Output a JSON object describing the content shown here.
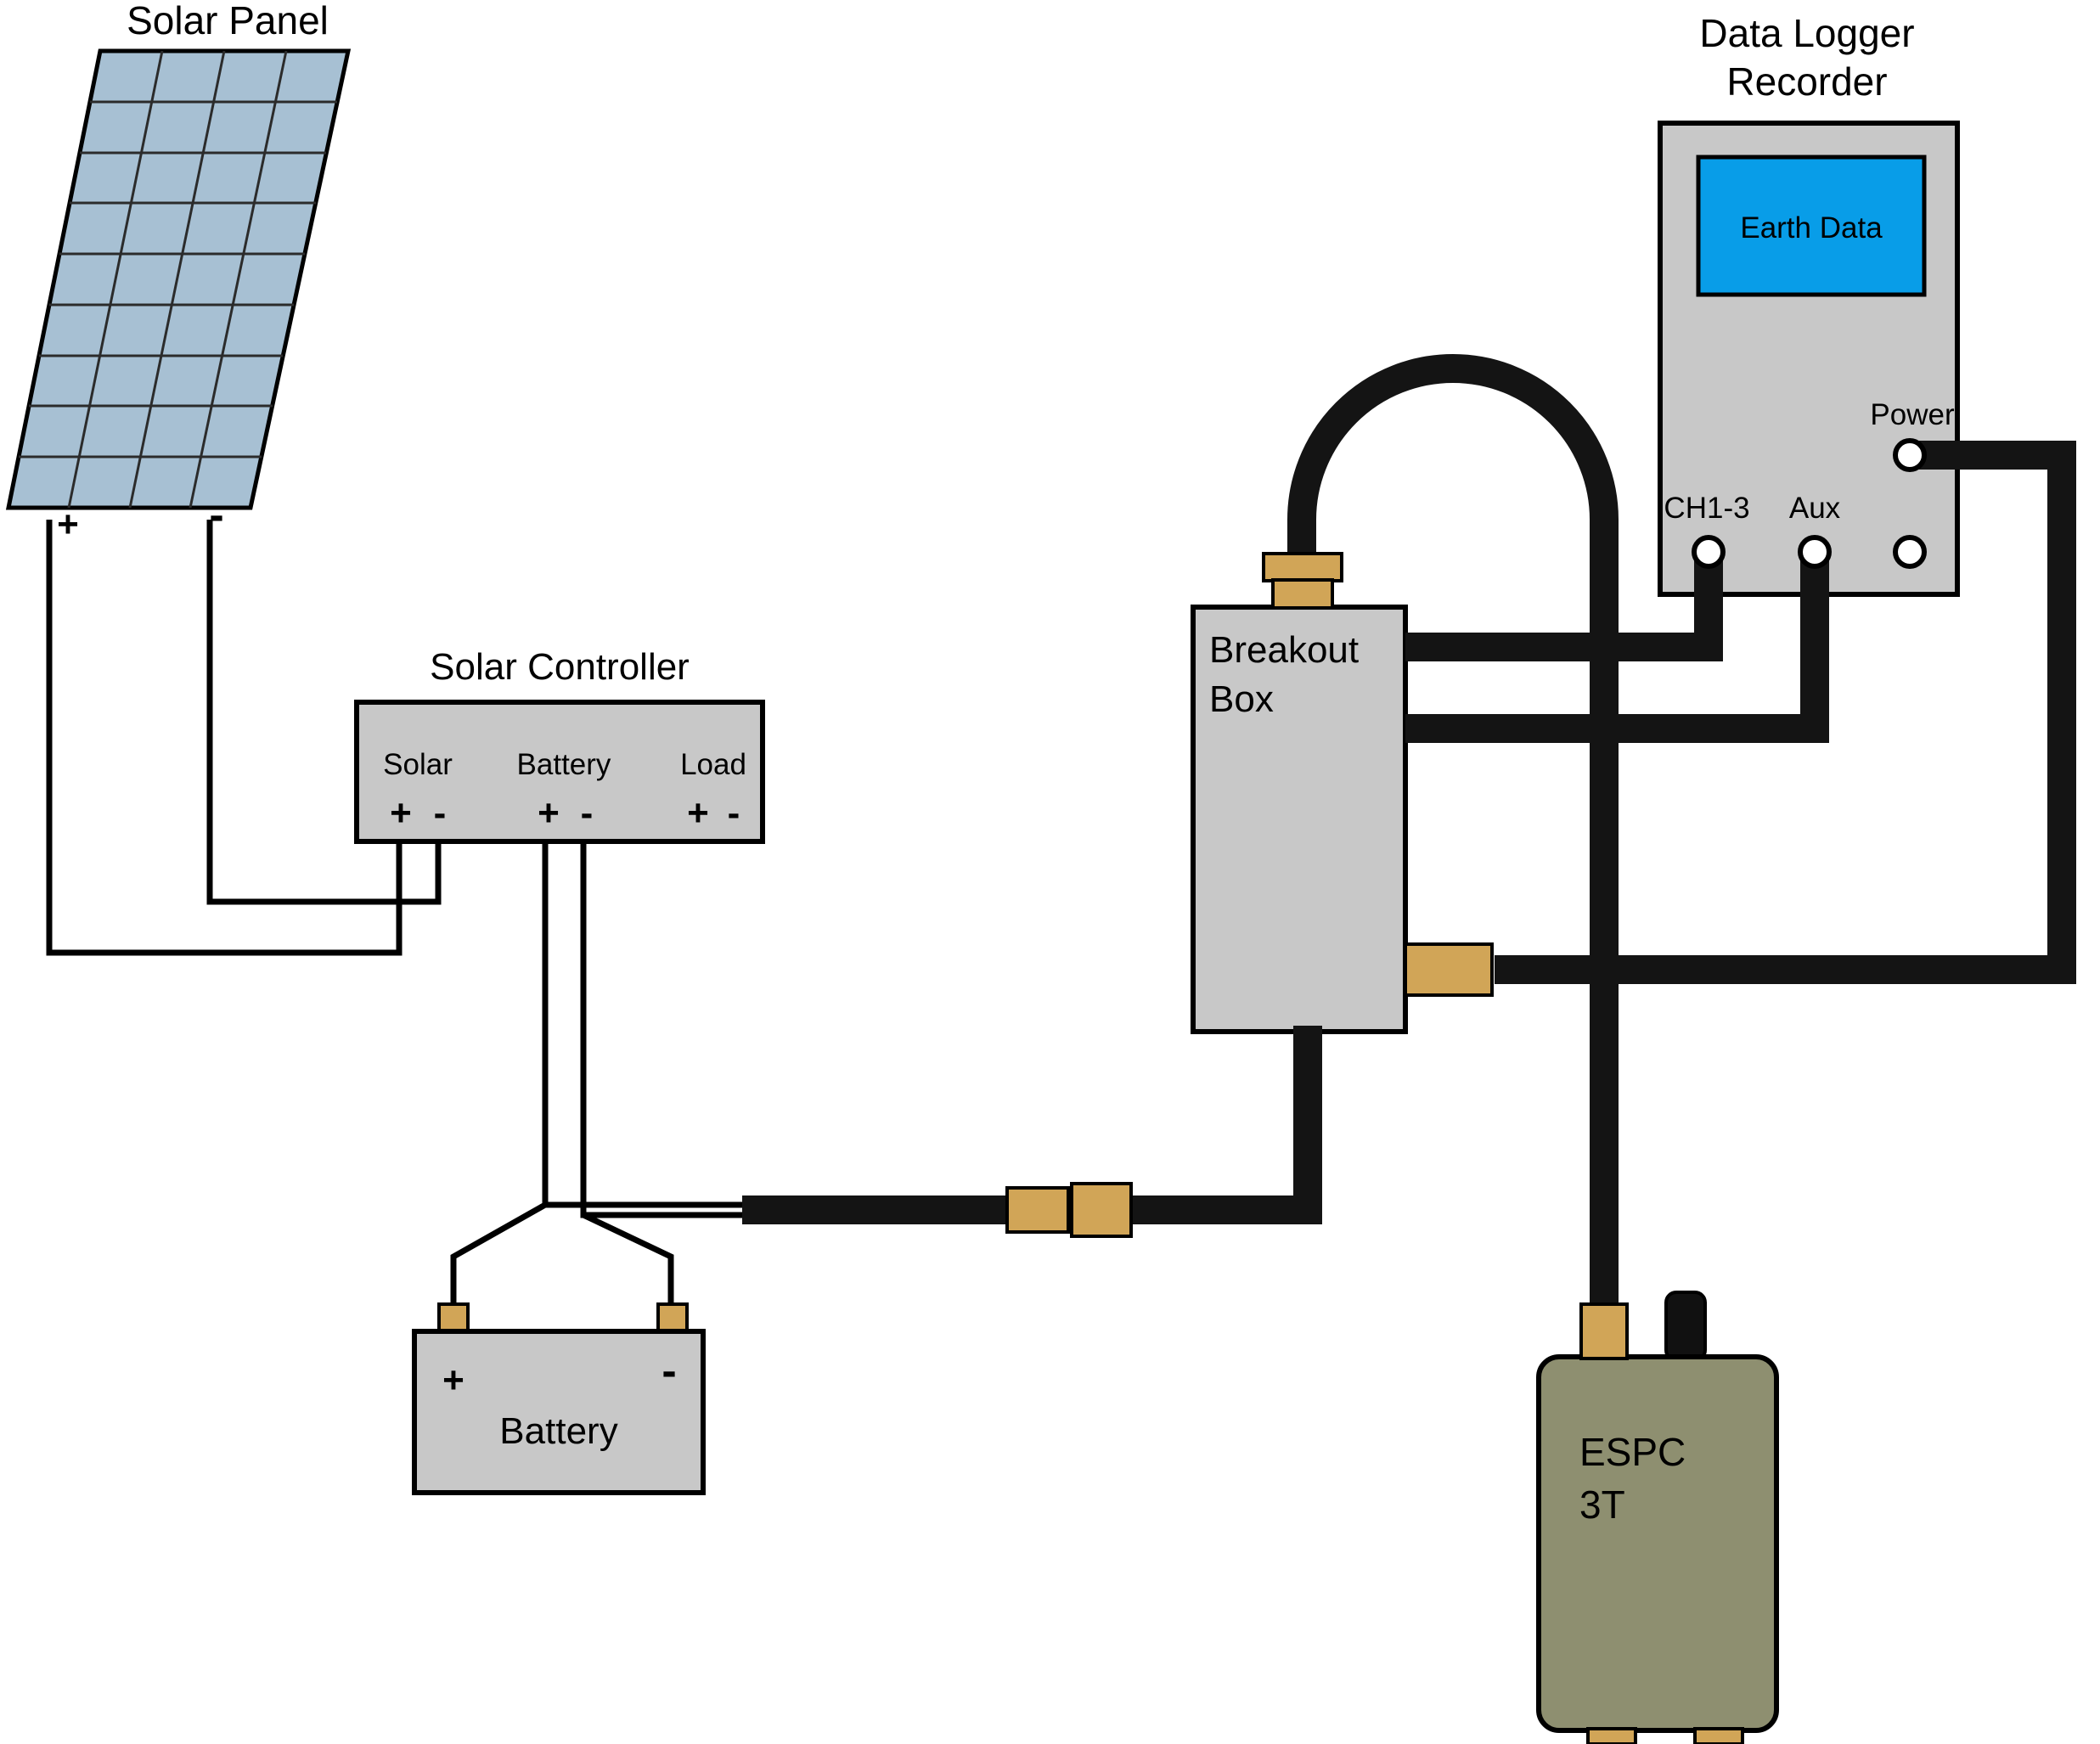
{
  "colors": {
    "panel_fill": "#a7c0d3",
    "box_gray": "#c8c8c8",
    "screen_blue": "#089de8",
    "connector_tan": "#d1a557",
    "espc_fill": "#8e8f70"
  },
  "solar_panel": {
    "title": "Solar Panel",
    "plus": "+",
    "minus": "-"
  },
  "solar_controller": {
    "title": "Solar Controller",
    "terminals": [
      {
        "label": "Solar",
        "plus": "+",
        "minus": "-"
      },
      {
        "label": "Battery",
        "plus": "+",
        "minus": "-"
      },
      {
        "label": "Load",
        "plus": "+",
        "minus": "-"
      }
    ]
  },
  "battery": {
    "label": "Battery",
    "plus": "+",
    "minus": "-"
  },
  "breakout_box": {
    "line1": "Breakout",
    "line2": "Box"
  },
  "data_logger": {
    "title_line1": "Data Logger",
    "title_line2": "Recorder",
    "screen_text": "Earth Data",
    "power_label": "Power",
    "ch_label": "CH1-3",
    "aux_label": "Aux"
  },
  "espc": {
    "line1": "ESPC",
    "line2": "3T"
  }
}
